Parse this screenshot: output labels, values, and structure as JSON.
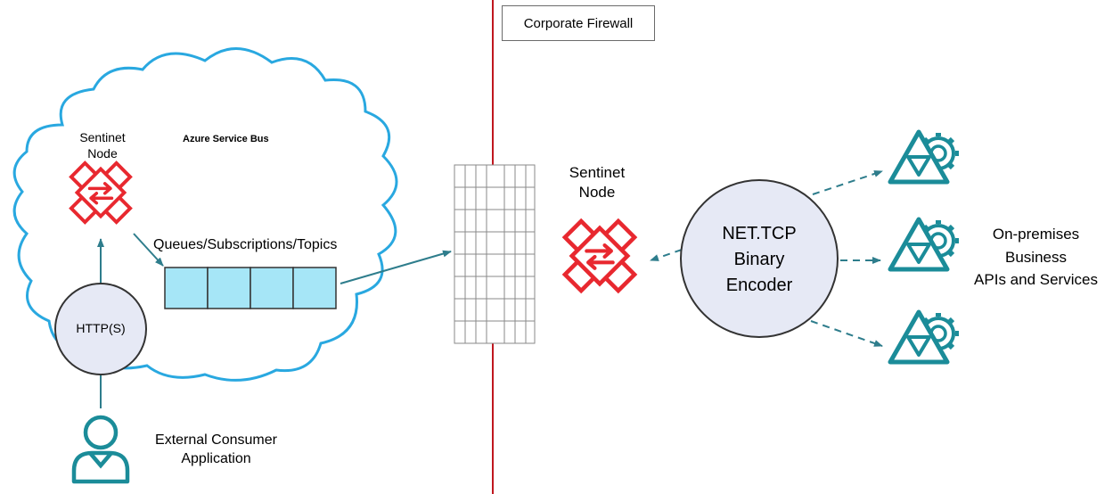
{
  "firewall": {
    "label": "Corporate Firewall"
  },
  "cloud": {
    "title": "Azure Service Bus",
    "node_label_line1": "Sentinet",
    "node_label_line2": "Node",
    "queues_label": "Queues/Subscriptions/Topics",
    "http_label": "HTTP(S)"
  },
  "consumer": {
    "line1": "External Consumer",
    "line2": "Application"
  },
  "onprem_node": {
    "line1": "Sentinet",
    "line2": "Node"
  },
  "encoder": {
    "line1": "NET.TCP",
    "line2": "Binary",
    "line3": "Encoder"
  },
  "services": {
    "line1": "On-premises",
    "line2": "Business",
    "line3": "APIs and Services"
  },
  "colors": {
    "cloud_stroke": "#29a8e0",
    "arrow": "#2e7d8c",
    "sentinet_red": "#e8282f",
    "firewall_line": "#c0171f",
    "queue_fill": "#a6e6f7",
    "circle_fill": "#e6e9f5",
    "service_icon": "#1b8c99"
  }
}
